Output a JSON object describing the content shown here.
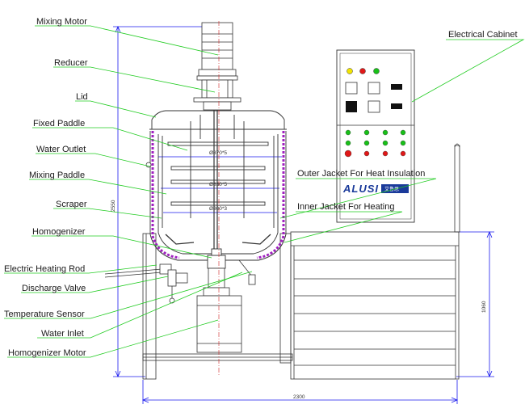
{
  "brand": {
    "logo_text": "ALUSI",
    "logo_cn": "艾鲁思"
  },
  "labels_left": [
    {
      "id": "mixing-motor",
      "text": "Mixing Motor"
    },
    {
      "id": "reducer",
      "text": "Reducer"
    },
    {
      "id": "lid",
      "text": "Lid"
    },
    {
      "id": "fixed-paddle",
      "text": "Fixed Paddle"
    },
    {
      "id": "water-outlet",
      "text": "Water Outlet"
    },
    {
      "id": "mixing-paddle",
      "text": "Mixing Paddle"
    },
    {
      "id": "scraper",
      "text": "Scraper"
    },
    {
      "id": "homogenizer",
      "text": "Homogenizer"
    },
    {
      "id": "electric-heating-rod",
      "text": "Electric Heating Rod"
    },
    {
      "id": "discharge-valve",
      "text": "Discharge Valve"
    },
    {
      "id": "temperature-sensor",
      "text": "Temperature Sensor"
    },
    {
      "id": "water-inlet",
      "text": "Water Inlet"
    },
    {
      "id": "homogenizer-motor",
      "text": "Homogenizer Motor"
    }
  ],
  "labels_right": [
    {
      "id": "electrical-cabinet",
      "text": "Electrical Cabinet"
    },
    {
      "id": "outer-jacket",
      "text": "Outer Jacket For Heat Insulation"
    },
    {
      "id": "inner-jacket",
      "text": "Inner Jacket For Heating"
    }
  ],
  "dimensions": {
    "total_height": "2550",
    "total_width": "2300",
    "frame_height": "1060",
    "dia_1": "Ø870*5",
    "dia_2": "Ø830*5",
    "dia_3": "Ø800*3"
  },
  "colors": {
    "leader": "#22cc22",
    "dim_line": "#1a1aee",
    "jacket": "#a020c0",
    "drawing": "#333333",
    "led_yellow": "#f2e400",
    "led_red": "#e01818",
    "led_green": "#18c018"
  }
}
